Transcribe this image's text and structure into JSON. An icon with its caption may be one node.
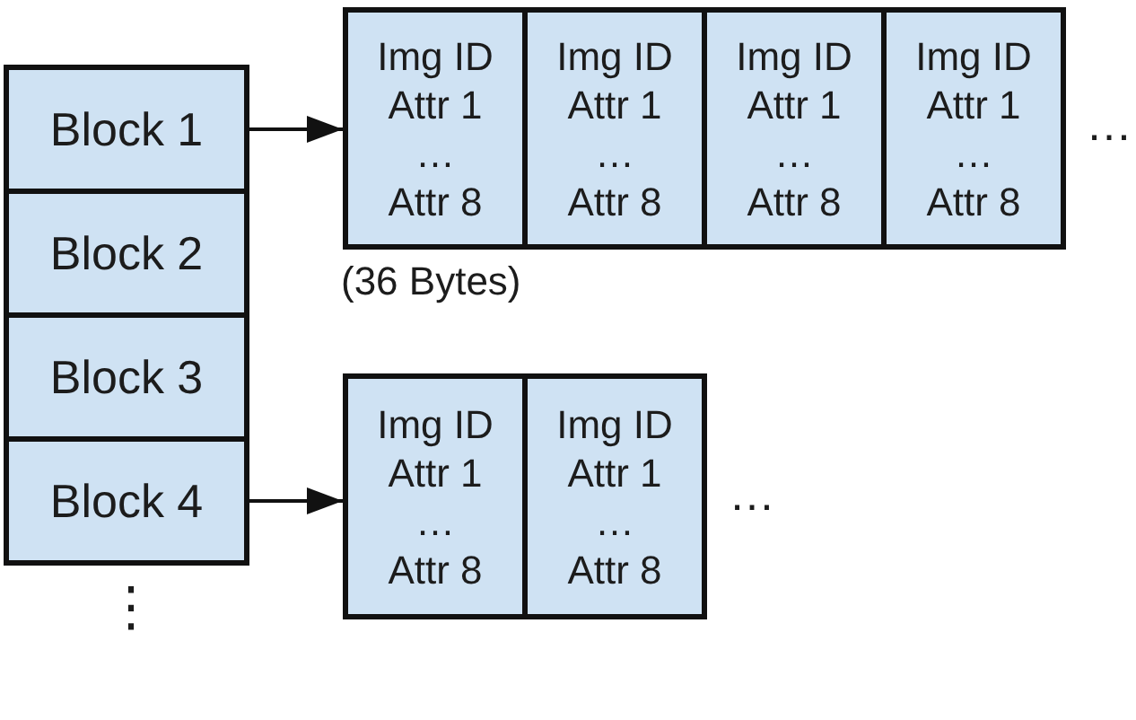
{
  "diagram": {
    "nodes": [
      {
        "text": [
          "Block 1"
        ]
      },
      {
        "text": [
          "Block 2"
        ]
      },
      {
        "text": [
          "Block 3"
        ]
      },
      {
        "text": [
          "Block 4"
        ]
      },
      {
        "text": [],
        "shape": "box"
      },
      {
        "text": [
          "Img ID",
          "Attr 1",
          "…",
          "Attr 8"
        ],
        "in": 4,
        "beside": [
          "(36 Bytes)"
        ]
      },
      {
        "text": [
          "Img ID",
          "Attr 1",
          "…",
          "Attr 8"
        ],
        "in": 4
      },
      {
        "text": [
          "Img ID",
          "Attr 1",
          "…",
          "Attr 8"
        ],
        "in": 4
      },
      {
        "text": [
          "Img ID",
          "Attr 1",
          "…",
          "Attr 8"
        ],
        "in": 4
      },
      {
        "text": [],
        "shape": "box"
      },
      {
        "text": [
          "Img ID",
          "Attr 1",
          "…",
          "Attr 8"
        ],
        "in": 9
      },
      {
        "text": [
          "Img ID",
          "Attr 1",
          "…",
          "Attr 8"
        ],
        "in": 9
      }
    ],
    "edges": [
      {
        "from": 0,
        "to": 4,
        "arrow": "to"
      },
      {
        "from": 3,
        "to": 9,
        "arrow": "to"
      }
    ],
    "labels": [
      "…",
      "…",
      "⋮"
    ]
  }
}
